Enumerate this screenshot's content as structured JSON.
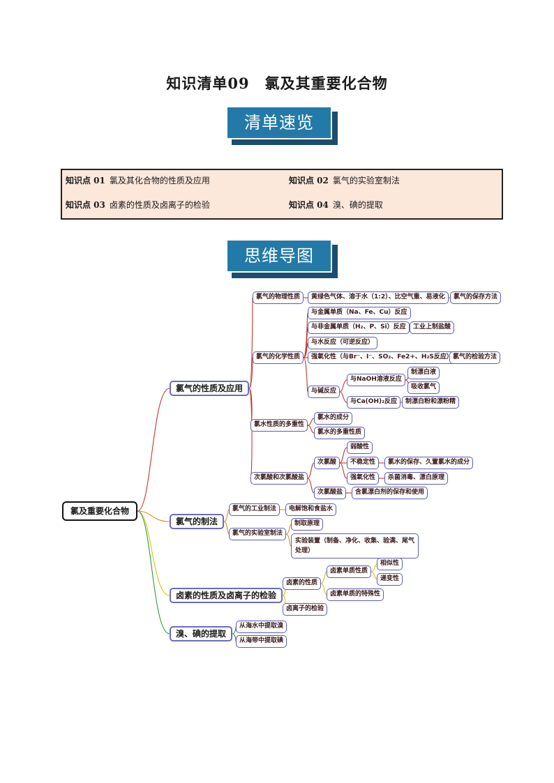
{
  "title": "知识清单09　氯及其重要化合物",
  "banners": {
    "overview": "清单速览",
    "mindmap": "思维导图"
  },
  "knowledge_points": [
    {
      "label": "知识点 01",
      "text": "氯及其化合物的性质及应用"
    },
    {
      "label": "知识点 02",
      "text": "氯气的实验室制法"
    },
    {
      "label": "知识点 03",
      "text": "卤素的性质及卤离子的检验"
    },
    {
      "label": "知识点 04",
      "text": "溴、碘的提取"
    }
  ],
  "mindmap": {
    "root": "氯及重要化合物",
    "branch_colors": [
      "#c0392b",
      "#e08a2c",
      "#d9c200",
      "#2e9a46"
    ],
    "l1": [
      "氯气的性质及应用",
      "氯气的制法",
      "卤素的性质及卤离子的检验",
      "溴、碘的提取"
    ],
    "nodes": {
      "phys": "氯气的物理性质",
      "phys_desc": "黄绿色气体、溶于水（1:2）、比空气重、易液化",
      "storage": "氯气的保存方法",
      "chem": "氯气的化学性质",
      "metal": "与金属单质（Na、Fe、Cu）反应",
      "nonmetal": "与非金属单质（H₂、P、Si）反应",
      "hcl_ind": "工业上制盐酸",
      "water": "与水反应（可逆反应）",
      "oxid": "强氧化性（与Br⁻、I⁻、SO₂、Fe2+、H₂S反应）",
      "detect": "氯气的检验方法",
      "base": "与碱反应",
      "naoh": "与NaOH溶液反应",
      "bleach_liquid": "制漂白液",
      "absorb": "吸收氯气",
      "caoh": "与Ca(OH)₂反应",
      "bleach_powder": "制漂白粉和漂粉精",
      "chlorine_water": "氯水性质的多重性",
      "cw_comp": "氯水的成分",
      "cw_multi": "氯水的多重性质",
      "hclo_salt": "次氯酸和次氯酸盐",
      "hclo": "次氯酸",
      "weak": "弱酸性",
      "unstable": "不稳定性",
      "cw_store": "氯水的保存、久置氯水的成分",
      "strong_ox": "强氧化性",
      "disinfect": "杀菌消毒、漂白原理",
      "hclo_s": "次氯酸盐",
      "bleach_use": "含氯漂白剂的保存和使用",
      "ind_prep": "氯气的工业制法",
      "electro": "电解饱和食盐水",
      "lab_prep": "氯气的实验室制法",
      "principle": "制取原理",
      "apparatus": "实验装置（制备、净化、收集、验满、尾气处理）",
      "halogen_prop": "卤素的性质",
      "elem_prop": "卤素单质性质",
      "similar": "相似性",
      "gradual": "递变性",
      "special": "卤素单质的特殊性",
      "halide_test": "卤离子的检验",
      "br_sea": "从海水中提取溴",
      "i_kelp": "从海带中提取碘"
    }
  }
}
